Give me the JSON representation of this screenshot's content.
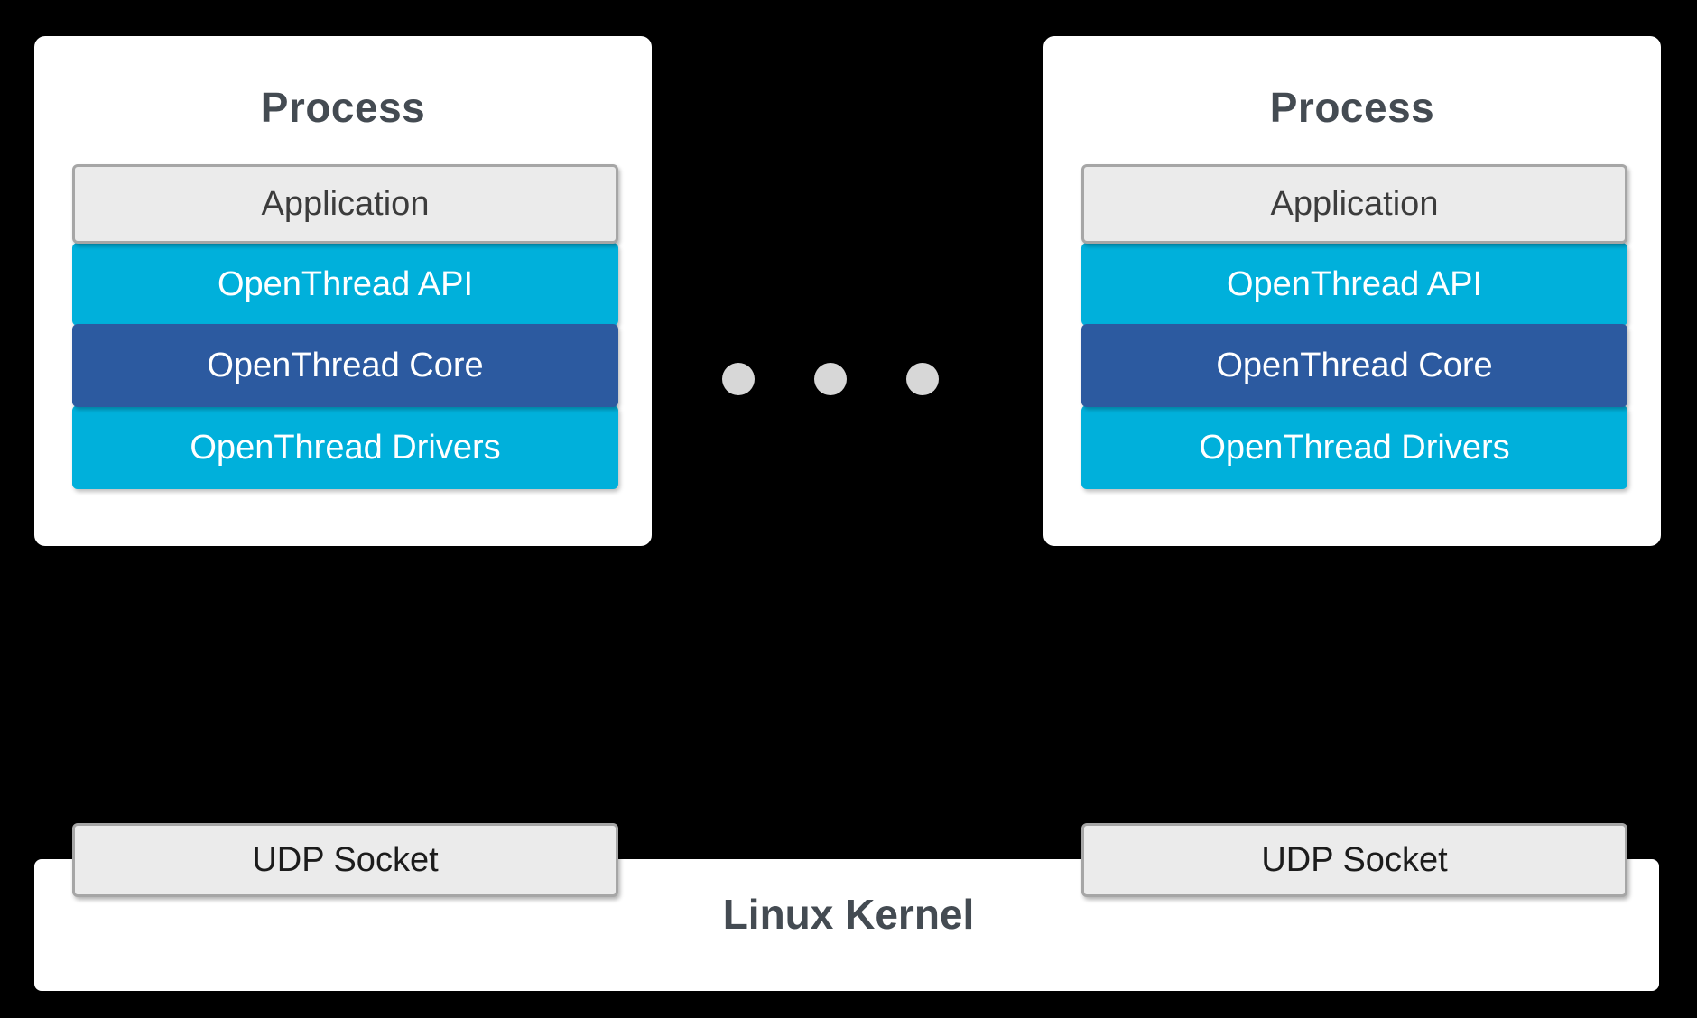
{
  "diagram": {
    "title": "OpenThread POSIX multi-process architecture",
    "background_color": "#000000",
    "colors": {
      "panel": "#ffffff",
      "heading_text": "#444b52",
      "neutral_box_fill": "#ebebeb",
      "neutral_box_border": "#a6a6a6",
      "accent_light_blue": "#00b0db",
      "accent_dark_blue": "#2c5aa0",
      "dot_gray": "#d7d7d7",
      "arrow": "#000000"
    }
  },
  "processes": [
    {
      "title": "Process",
      "layers": [
        {
          "label": "Application",
          "style": "neutral"
        },
        {
          "label": "OpenThread API",
          "style": "light-blue"
        },
        {
          "label": "OpenThread Core",
          "style": "dark-blue"
        },
        {
          "label": "OpenThread Drivers",
          "style": "light-blue"
        }
      ]
    },
    {
      "title": "Process",
      "layers": [
        {
          "label": "Application",
          "style": "neutral"
        },
        {
          "label": "OpenThread API",
          "style": "light-blue"
        },
        {
          "label": "OpenThread Core",
          "style": "dark-blue"
        },
        {
          "label": "OpenThread Drivers",
          "style": "light-blue"
        }
      ]
    }
  ],
  "ellipsis": {
    "name": "more-processes-ellipsis",
    "dot_count": 3
  },
  "kernel": {
    "title": "Linux Kernel",
    "sockets": [
      {
        "label": "UDP Socket"
      },
      {
        "label": "UDP Socket"
      }
    ]
  },
  "connections": [
    {
      "name": "left-socket-to-drivers",
      "direction": "up",
      "icon": "arrow-up-icon"
    },
    {
      "name": "right-socket-to-drivers",
      "direction": "up",
      "icon": "arrow-up-icon"
    }
  ]
}
